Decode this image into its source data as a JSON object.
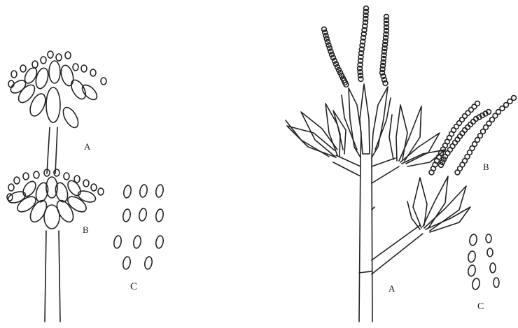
{
  "figure": {
    "panels": [
      {
        "name": "left-specimen",
        "labels": {
          "conidiophore": "A",
          "head": "B",
          "conidia": "C"
        }
      },
      {
        "name": "right-specimen",
        "labels": {
          "conidiophore": "A",
          "head": "B",
          "conidia": "C"
        }
      }
    ],
    "line_color": "#222222",
    "background": "#ffffff"
  }
}
